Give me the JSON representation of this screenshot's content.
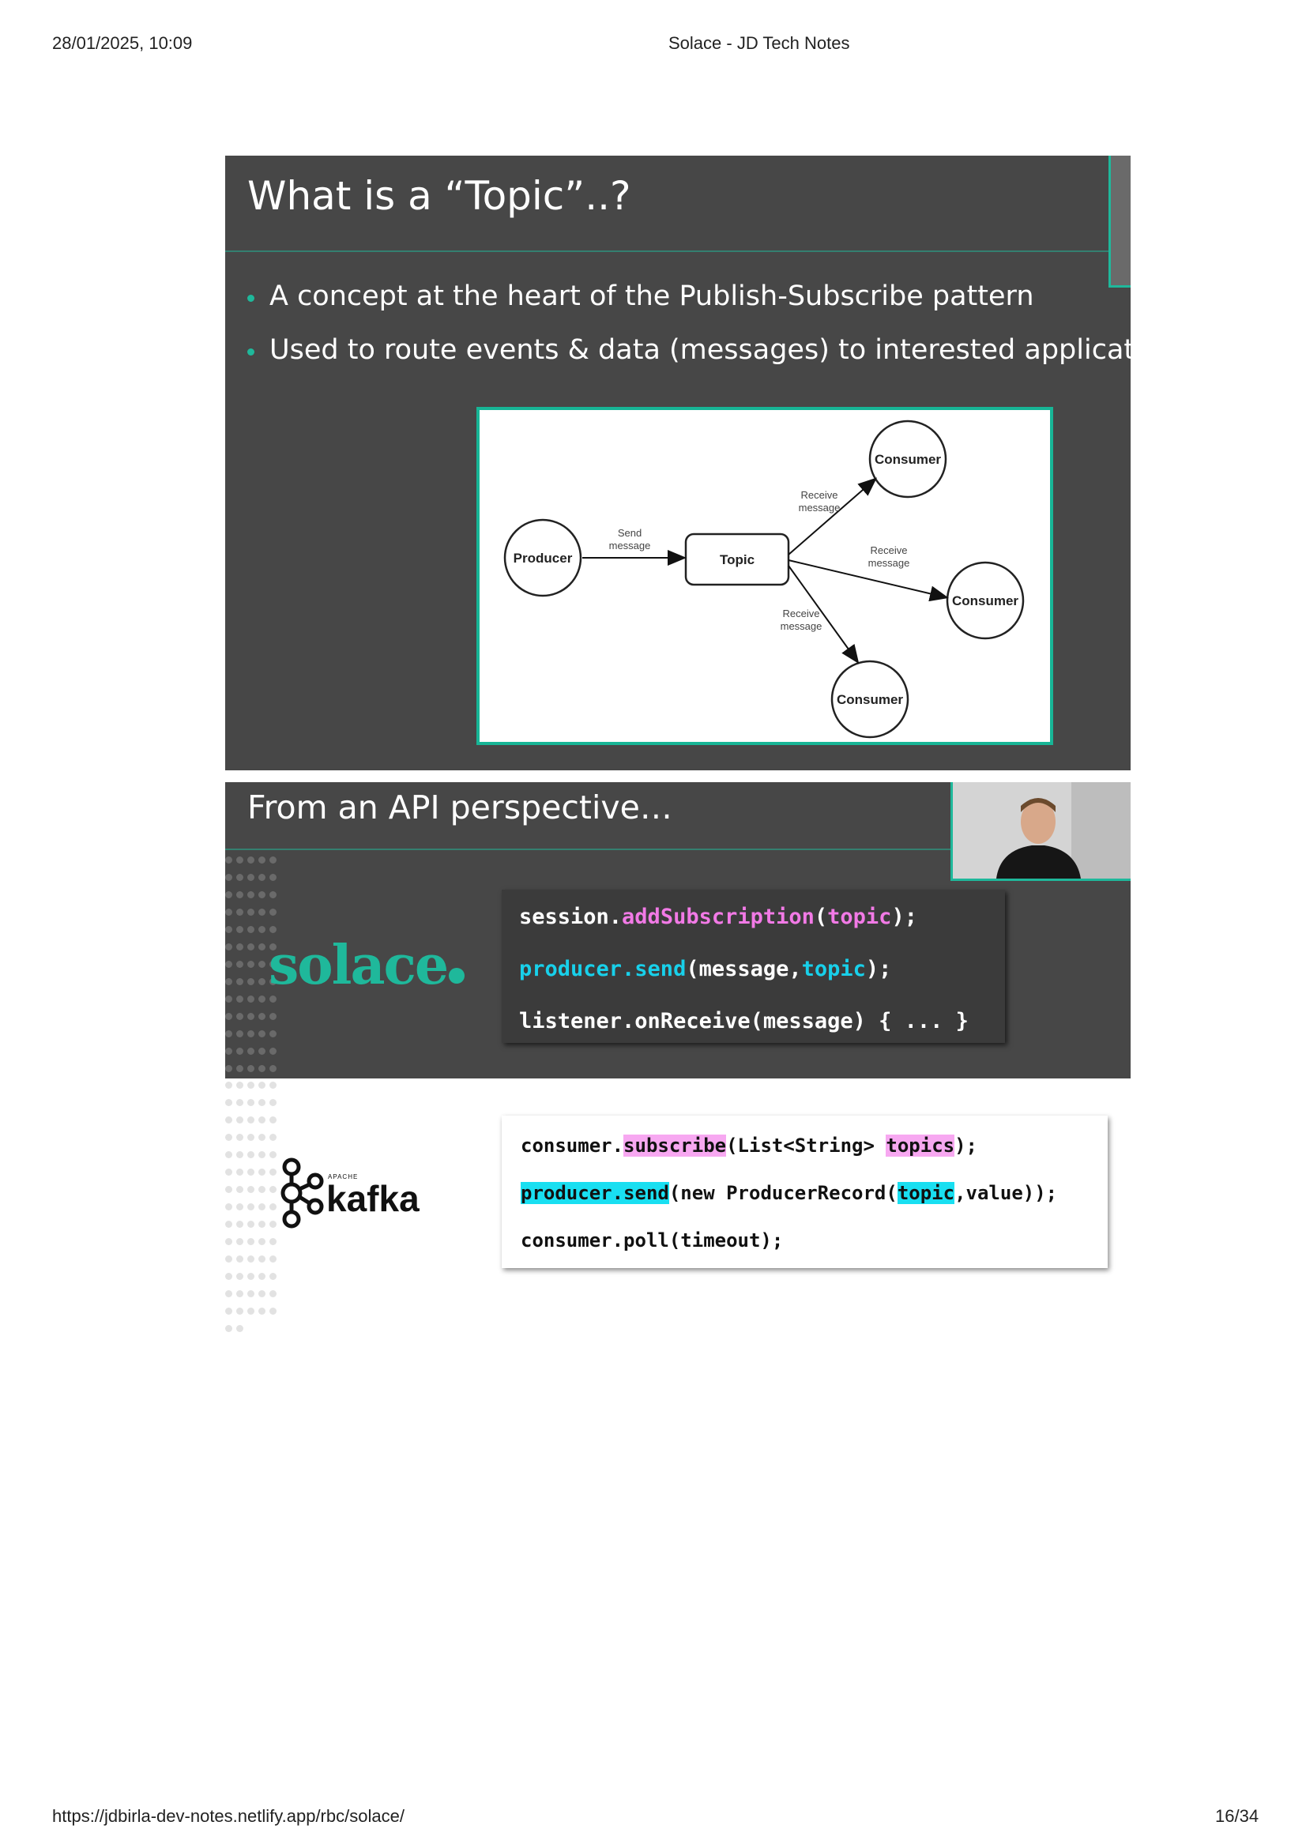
{
  "print_header": {
    "datetime": "28/01/2025, 10:09",
    "title": "Solace - JD Tech Notes"
  },
  "print_footer": {
    "url": "https://jdbirla-dev-notes.netlify.app/rbc/solace/",
    "page": "16/34"
  },
  "slide1": {
    "title": "What is a “Topic”..?",
    "bullets": [
      "A concept at the heart of the Publish-Subscribe pattern",
      "Used to route events & data (messages) to interested applications"
    ],
    "diagram": {
      "producer": "Producer",
      "topic": "Topic",
      "consumer": "Consumer",
      "send_1": "Send",
      "send_2": "message",
      "receive_1": "Receive",
      "receive_2": "message"
    }
  },
  "slide2": {
    "title": "From an API perspective…",
    "logo": "solace",
    "code": [
      {
        "a": "session.",
        "b": "addSubscription",
        "c": "(",
        "d": "topic",
        "e": ");"
      },
      {
        "a": "producer.send",
        "b": "(message,",
        "c": "topic",
        "d": ");"
      },
      {
        "a": "listener.onReceive(message) { ... }"
      }
    ]
  },
  "kafka": {
    "logo_apache": "APACHE",
    "logo_word": "kafka",
    "code": [
      {
        "a": "consumer.",
        "b": "subscribe",
        "c": "(List<String> ",
        "d": "topics",
        "e": ");"
      },
      {
        "a": "producer.send",
        "b": "(new ProducerRecord(",
        "c": "topic",
        "d": ",value));"
      },
      {
        "a": "consumer.poll(timeout);"
      }
    ]
  },
  "colors": {
    "slide_bg": "#474747",
    "accent_teal": "#1fb89b",
    "code_pink": "#f27ae6",
    "code_cyan": "#18d0ea",
    "highlight_pink": "#f7a8f1",
    "highlight_cyan": "#19dff1"
  }
}
